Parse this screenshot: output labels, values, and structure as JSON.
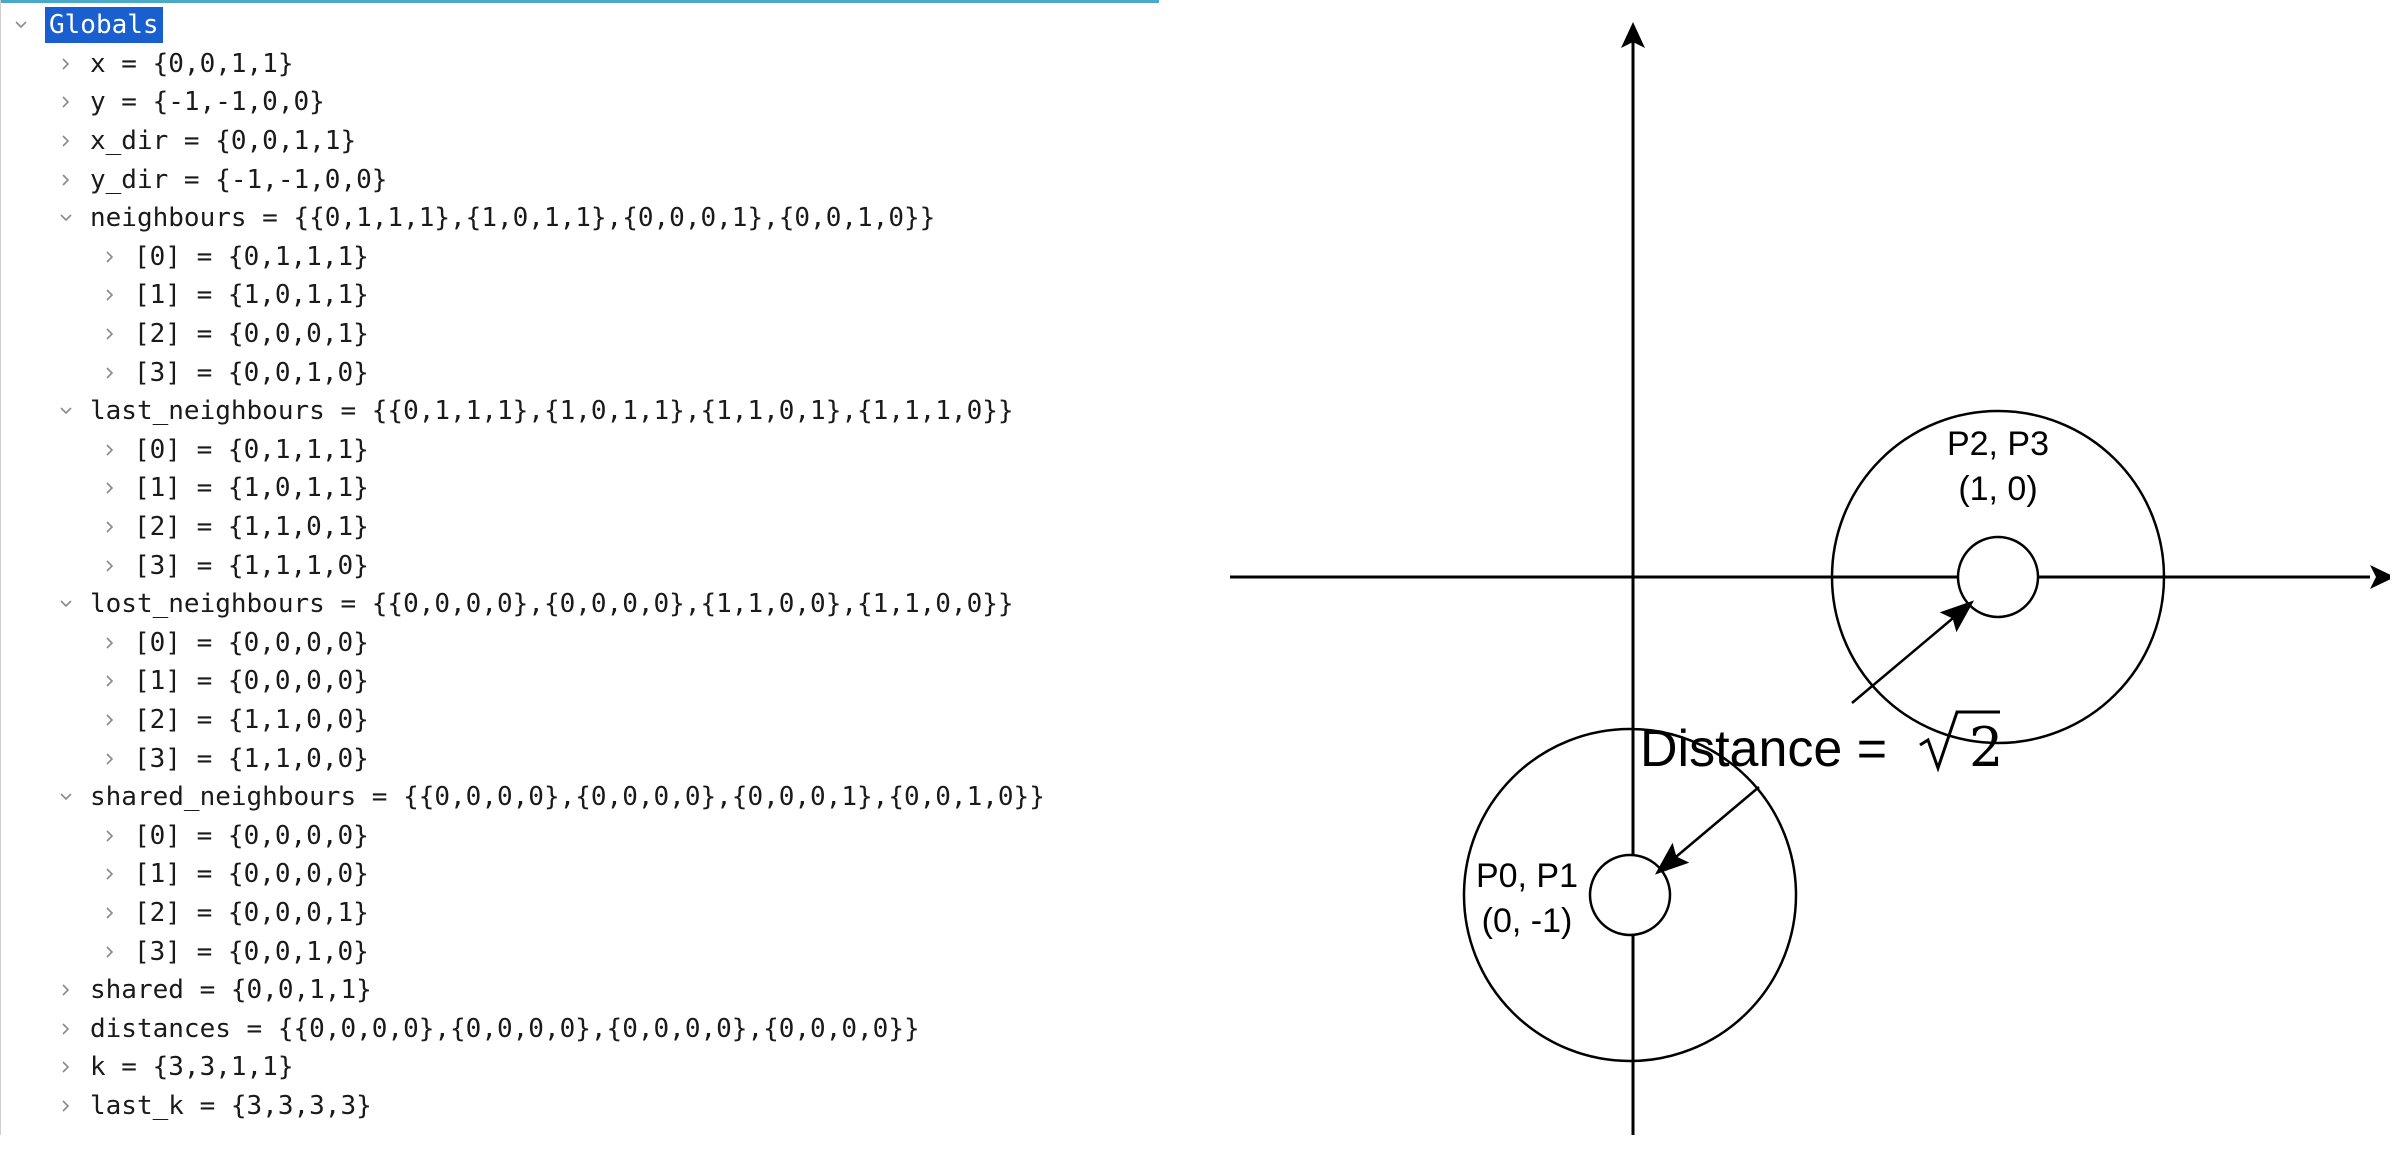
{
  "tree": {
    "rows": [
      {
        "depth": 0,
        "expanded": true,
        "text": "Globals",
        "selected": true
      },
      {
        "depth": 1,
        "expanded": false,
        "text": "x = {0,0,1,1}"
      },
      {
        "depth": 1,
        "expanded": false,
        "text": "y = {-1,-1,0,0}"
      },
      {
        "depth": 1,
        "expanded": false,
        "text": "x_dir = {0,0,1,1}"
      },
      {
        "depth": 1,
        "expanded": false,
        "text": "y_dir = {-1,-1,0,0}"
      },
      {
        "depth": 1,
        "expanded": true,
        "text": "neighbours = {{0,1,1,1},{1,0,1,1},{0,0,0,1},{0,0,1,0}}"
      },
      {
        "depth": 2,
        "expanded": false,
        "text": "[0] = {0,1,1,1}"
      },
      {
        "depth": 2,
        "expanded": false,
        "text": "[1] = {1,0,1,1}"
      },
      {
        "depth": 2,
        "expanded": false,
        "text": "[2] = {0,0,0,1}"
      },
      {
        "depth": 2,
        "expanded": false,
        "text": "[3] = {0,0,1,0}"
      },
      {
        "depth": 1,
        "expanded": true,
        "text": "last_neighbours = {{0,1,1,1},{1,0,1,1},{1,1,0,1},{1,1,1,0}}"
      },
      {
        "depth": 2,
        "expanded": false,
        "text": "[0] = {0,1,1,1}"
      },
      {
        "depth": 2,
        "expanded": false,
        "text": "[1] = {1,0,1,1}"
      },
      {
        "depth": 2,
        "expanded": false,
        "text": "[2] = {1,1,0,1}"
      },
      {
        "depth": 2,
        "expanded": false,
        "text": "[3] = {1,1,1,0}"
      },
      {
        "depth": 1,
        "expanded": true,
        "text": "lost_neighbours = {{0,0,0,0},{0,0,0,0},{1,1,0,0},{1,1,0,0}}"
      },
      {
        "depth": 2,
        "expanded": false,
        "text": "[0] = {0,0,0,0}"
      },
      {
        "depth": 2,
        "expanded": false,
        "text": "[1] = {0,0,0,0}"
      },
      {
        "depth": 2,
        "expanded": false,
        "text": "[2] = {1,1,0,0}"
      },
      {
        "depth": 2,
        "expanded": false,
        "text": "[3] = {1,1,0,0}"
      },
      {
        "depth": 1,
        "expanded": true,
        "text": "shared_neighbours = {{0,0,0,0},{0,0,0,0},{0,0,0,1},{0,0,1,0}}"
      },
      {
        "depth": 2,
        "expanded": false,
        "text": "[0] = {0,0,0,0}"
      },
      {
        "depth": 2,
        "expanded": false,
        "text": "[1] = {0,0,0,0}"
      },
      {
        "depth": 2,
        "expanded": false,
        "text": "[2] = {0,0,0,1}"
      },
      {
        "depth": 2,
        "expanded": false,
        "text": "[3] = {0,0,1,0}"
      },
      {
        "depth": 1,
        "expanded": false,
        "text": "shared = {0,0,1,1}"
      },
      {
        "depth": 1,
        "expanded": false,
        "text": "distances = {{0,0,0,0},{0,0,0,0},{0,0,0,0},{0,0,0,0}}"
      },
      {
        "depth": 1,
        "expanded": false,
        "text": "k = {3,3,1,1}"
      },
      {
        "depth": 1,
        "expanded": false,
        "text": "last_k = {3,3,3,3}"
      }
    ]
  },
  "diagram": {
    "upper_group": {
      "name": "P2, P3",
      "coord": "(1, 0)"
    },
    "lower_group": {
      "name": "P0, P1",
      "coord": "(0, -1)"
    },
    "distance_label": "Distance = ",
    "distance_value": "2"
  },
  "colors": {
    "selection": "#1a5fd0",
    "accent": "#4aa8c9",
    "chevron": "#8a8a8a"
  }
}
